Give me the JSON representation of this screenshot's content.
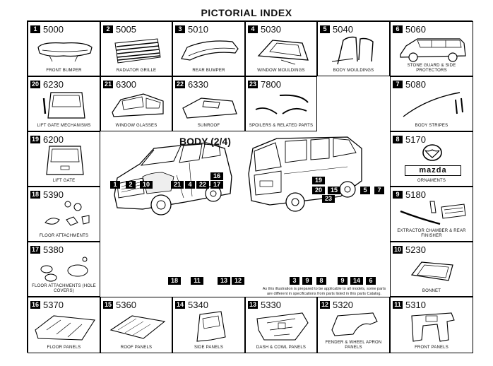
{
  "title": "PICTORIAL INDEX",
  "body_title": "BODY (2/4)",
  "note": "As this illustration is prepared to be applicable to all models, some parts are different in specifications from parts listed in this parts Catalog.",
  "cells": {
    "c1": {
      "num": "1",
      "code": "5000",
      "caption": "FRONT BUMPER"
    },
    "c2": {
      "num": "2",
      "code": "5005",
      "caption": "RADIATOR GRILLE"
    },
    "c3": {
      "num": "3",
      "code": "5010",
      "caption": "REAR BUMPER"
    },
    "c4": {
      "num": "4",
      "code": "5030",
      "caption": "WINDOW MOULDINGS"
    },
    "c5": {
      "num": "5",
      "code": "5040",
      "caption": "BODY MOULDINGS"
    },
    "c6": {
      "num": "6",
      "code": "5060",
      "caption": "STONE GUARD & SIDE PROTECTORS"
    },
    "c20": {
      "num": "20",
      "code": "6230",
      "caption": "LIFT GATE MECHANISMS"
    },
    "c21": {
      "num": "21",
      "code": "6300",
      "caption": "WINDOW GLASSES"
    },
    "c22": {
      "num": "22",
      "code": "6330",
      "caption": "SUNROOF"
    },
    "c23": {
      "num": "23",
      "code": "7800",
      "caption": "SPOILERS & RELATED PARTS"
    },
    "c7": {
      "num": "7",
      "code": "5080",
      "caption": "BODY STRIPES"
    },
    "c19": {
      "num": "19",
      "code": "6200",
      "caption": "LIFT GATE"
    },
    "c8": {
      "num": "8",
      "code": "5170",
      "caption": "ORNAMENTS"
    },
    "c18": {
      "num": "18",
      "code": "5390",
      "caption": "FLOOR ATTACHMENTS"
    },
    "c9": {
      "num": "9",
      "code": "5180",
      "caption": "EXTRACTOR CHAMBER & REAR FINISHER"
    },
    "c17": {
      "num": "17",
      "code": "5380",
      "caption": "FLOOR ATTACHMENTS (HOLE COVERS)"
    },
    "c10": {
      "num": "10",
      "code": "5230",
      "caption": "BONNET"
    },
    "c16": {
      "num": "16",
      "code": "5370",
      "caption": "FLOOR PANELS"
    },
    "c15": {
      "num": "15",
      "code": "5360",
      "caption": "ROOF PANELS"
    },
    "c14": {
      "num": "14",
      "code": "5340",
      "caption": "SIDE PANELS"
    },
    "c13": {
      "num": "13",
      "code": "5330",
      "caption": "DASH & COWL PANELS"
    },
    "c12": {
      "num": "12",
      "code": "5320",
      "caption": "FENDER & WHEEL APRON PANELS"
    },
    "c11": {
      "num": "11",
      "code": "5310",
      "caption": "FRONT PANELS"
    }
  },
  "logo_text": "mazda",
  "callouts": {
    "front_top": [
      "1",
      "2",
      "10",
      "21",
      "4",
      "22",
      "17",
      "16"
    ],
    "front_bottom": [
      "18",
      "11",
      "13",
      "12"
    ],
    "rear_top": [
      "19",
      "20",
      "15",
      "23",
      "5",
      "7"
    ],
    "rear_bottom": [
      "3",
      "9",
      "8",
      "9",
      "14",
      "6"
    ]
  },
  "icons": [
    "bumper-icon",
    "grille-icon",
    "van-icon",
    "mazda-logo-icon"
  ]
}
